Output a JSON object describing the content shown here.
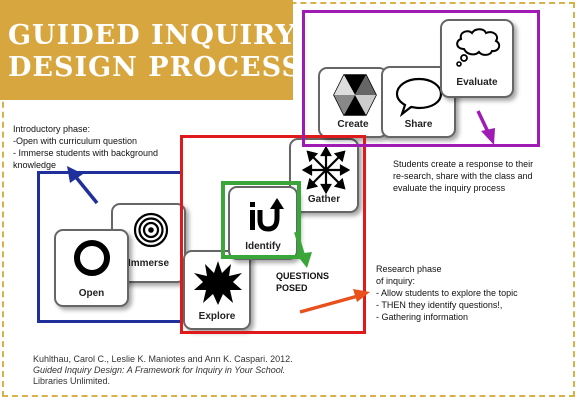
{
  "title": {
    "line1": "GUIDED INQUIRY",
    "line2": "DESIGN PROCESS"
  },
  "phases": [
    {
      "id": "open",
      "label": "Open",
      "icon": "ring-icon"
    },
    {
      "id": "immerse",
      "label": "Immerse",
      "icon": "target-icon"
    },
    {
      "id": "explore",
      "label": "Explore",
      "icon": "starburst-icon"
    },
    {
      "id": "identify",
      "label": "Identify",
      "icon": "curved-arrow-icon"
    },
    {
      "id": "gather",
      "label": "Gather",
      "icon": "converging-arrows-icon"
    },
    {
      "id": "create",
      "label": "Create",
      "icon": "hexagon-icon"
    },
    {
      "id": "share",
      "label": "Share",
      "icon": "speech-bubble-icon"
    },
    {
      "id": "evaluate",
      "label": "Evaluate",
      "icon": "thought-bubble-icon"
    }
  ],
  "notes": {
    "introductory": "Introductory phase:\n-Open with curriculum question\n- Immerse students with background\nknowledge",
    "research": "Research phase\nof inquiry:\n- Allow students to explore the topic\n- THEN they identify questions!,\n- Gathering information",
    "students": "Students create a response to their\n re-search, share with the class and\nevaluate the inquiry process",
    "questions_posed": "QUESTIONS\nPOSED"
  },
  "citation": {
    "line1": "Kuhlthau, Carol C., Leslie K. Maniotes and Ann K. Caspari. 2012.",
    "line2": "Guided Inquiry Design: A Framework for Inquiry in Your School.",
    "line3": "Libraries Unlimited."
  },
  "colors": {
    "title_bg": "#d8a63e",
    "border_dash": "#d9b04a",
    "blue": "#1f2f9c",
    "red": "#e0191b",
    "green": "#3aa63a",
    "purple": "#a01bb4",
    "orange": "#e8501c"
  }
}
